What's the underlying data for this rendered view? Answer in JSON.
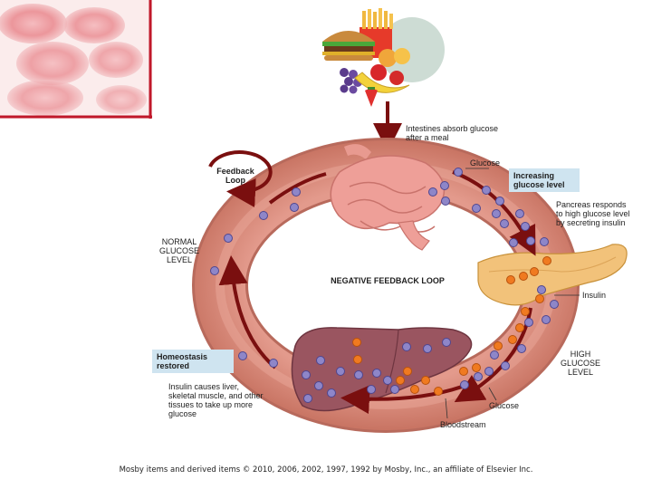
{
  "title": "NEGATIVE FEEDBACK LOOP",
  "labels": {
    "intestines": "Intestines absorb glucose after a meal",
    "glucose_top": "Glucose",
    "increasing": "Increasing glucose level",
    "pancreas": "Pancreas responds to high glucose level by secreting insulin",
    "insulin": "Insulin",
    "high": "HIGH GLUCOSE LEVEL",
    "glucose_bottom": "Glucose",
    "bloodstream": "Bloodstream",
    "homeostasis": "Homeostasis restored",
    "insulin_causes": "Insulin causes liver, skeletal muscle, and other tissues to take up more glucose",
    "normal": "NORMAL GLUCOSE LEVEL",
    "feedback": "Feedback Loop"
  },
  "caption": "Mosby items and derived items © 2010, 2006, 2002, 1997, 1992 by Mosby, Inc., an affiliate of Elsevier Inc.",
  "colors": {
    "vessel": "#d98a7c",
    "vessel_edge": "#b86a5c",
    "arrow": "#7a0f0f",
    "glucose_dot": "#8e86c8",
    "insulin_dot": "#f07a20",
    "pancreas": "#f2c27a",
    "liver": "#9a5560",
    "callout_box": "#cfe4f0"
  },
  "icons": [
    "food-icon",
    "hamburger-icon",
    "fries-icon",
    "grapes-icon",
    "banana-icon",
    "strawberry-icon"
  ]
}
